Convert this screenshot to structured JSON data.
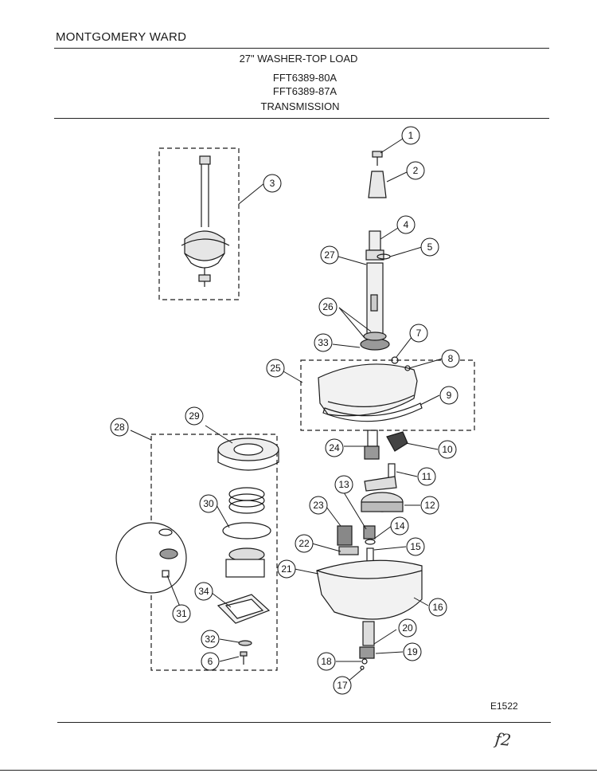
{
  "header": {
    "brand": "MONTGOMERY WARD",
    "product": "27\" WASHER-TOP LOAD",
    "models": [
      "FFT6389-80A",
      "FFT6389-87A"
    ],
    "section": "TRANSMISSION"
  },
  "footer": {
    "drawing_code": "E1522",
    "handwritten_note": "f2"
  },
  "callouts": [
    "1",
    "2",
    "3",
    "4",
    "5",
    "6",
    "7",
    "8",
    "9",
    "10",
    "11",
    "12",
    "13",
    "14",
    "15",
    "16",
    "17",
    "18",
    "19",
    "20",
    "21",
    "22",
    "23",
    "24",
    "25",
    "26",
    "27",
    "28",
    "29",
    "30",
    "31",
    "32",
    "33",
    "34"
  ]
}
